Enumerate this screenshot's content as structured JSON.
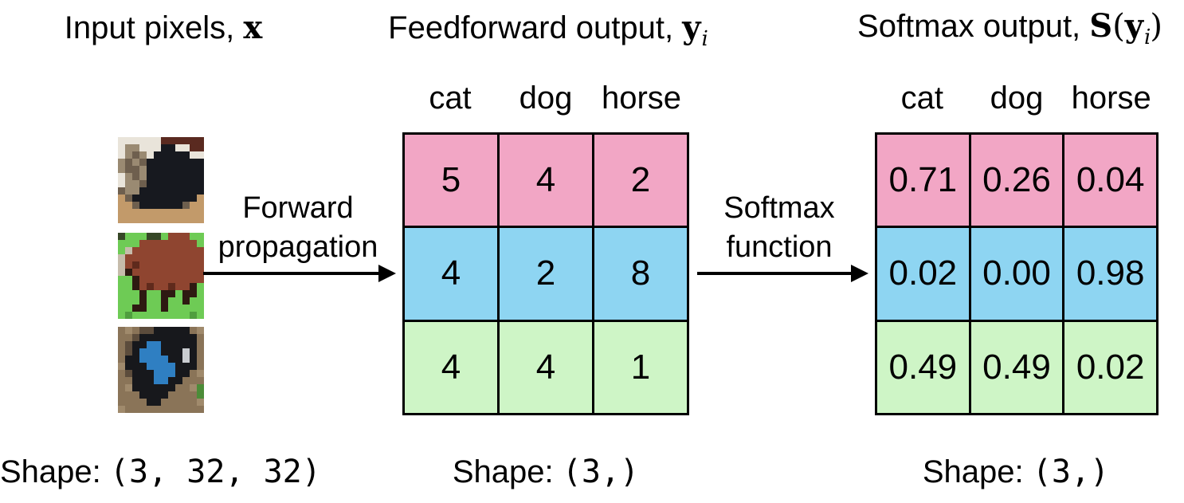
{
  "colors": {
    "row_colors": [
      "#f2a6c5",
      "#8ed5f2",
      "#cef5c6"
    ],
    "grid_line": "#000000"
  },
  "input_panel": {
    "title_prefix": "Input pixels,",
    "title_math": "x",
    "shape_prefix": "Shape:",
    "shape_value": "(3, 32, 32)",
    "images": [
      {
        "name": "cat-thumbnail",
        "label": "cat",
        "palette": {
          "W": "#e9e4da",
          "G": "#9a8a72",
          "T": "#6e5f4e",
          "B": "#17191f",
          "M": "#5a2a20",
          "F": "#c29a6a"
        },
        "grid": [
          "WWWWWWMMMMMM",
          "WGGWWWBBWWMM",
          "WGTGWBBBBBWW",
          "GTGTBBBBBBBB",
          "GTTGBBBBBBBB",
          "WGTGBBBBBBBB",
          "WGGTBBBBBBBB",
          "TGGBBBBBBBBB",
          "FTBBBBBBBBBF",
          "FFTBBBBBBTFF",
          "FFFFFFFFFFFF",
          "FFFFFFFFFFFF"
        ]
      },
      {
        "name": "horse-thumbnail",
        "label": "horse",
        "palette": {
          "G": "#6ecb55",
          "g": "#4f9e3e",
          "B": "#8f4530",
          "b": "#5f2a1c",
          "K": "#2e1a12",
          "W": "#c6bcab",
          "D": "#364726"
        },
        "grid": [
          "DGGGDDGBBBGG",
          "GGGBBBBBBBBG",
          "GWBBBBBBBBBB",
          "WBBBBBBBBBBB",
          "WBbBBBBBBBBB",
          "WKBBBBBBBBBB",
          "GGKBBBBBBBBB",
          "GGKBbBBbBBKG",
          "GGGKGGKKGKKG",
          "GGGKGGKGGKGG",
          "GGKKGGKGGGGG",
          "GgGGGGGGGGgG"
        ]
      },
      {
        "name": "dog-thumbnail",
        "label": "dog",
        "palette": {
          "E": "#8a7458",
          "D": "#5c4c3c",
          "e": "#a08a6c",
          "B": "#17181c",
          "U": "#2f7fc2",
          "W": "#c9ccd0",
          "G": "#4c8c38"
        },
        "grid": [
          "EeEDDBBBBBEe",
          "EEDBBBBBBBBE",
          "EDBBUUBBBBBE",
          "EDBUUUBBBWBE",
          "EBBUUUUBBWBE",
          "eBBBUUUUBBBE",
          "EDBBBUUUBBEe",
          "EEBBBUUBBEEE",
          "EeBBBBBBEEeG",
          "EEEBBBBEEEEG",
          "EEEEBBEEEEEe",
          "eEEEEEEEEEEE"
        ]
      }
    ]
  },
  "forward_arrow": {
    "line1": "Forward",
    "line2": "propagation"
  },
  "feedforward_panel": {
    "title_prefix": "Feedforward output,",
    "title_math": "y",
    "title_subscript": "i",
    "column_headers": [
      "cat",
      "dog",
      "horse"
    ],
    "matrix": [
      [
        "5",
        "4",
        "2"
      ],
      [
        "4",
        "2",
        "8"
      ],
      [
        "4",
        "4",
        "1"
      ]
    ],
    "shape_prefix": "Shape:",
    "shape_value": "(3,)"
  },
  "softmax_arrow": {
    "line1": "Softmax",
    "line2": "function"
  },
  "softmax_panel": {
    "title_prefix": "Softmax output,",
    "title_math_function": "S",
    "title_paren_open": "(",
    "title_math": "y",
    "title_subscript": "i",
    "title_paren_close": ")",
    "column_headers": [
      "cat",
      "dog",
      "horse"
    ],
    "matrix": [
      [
        "0.71",
        "0.26",
        "0.04"
      ],
      [
        "0.02",
        "0.00",
        "0.98"
      ],
      [
        "0.49",
        "0.49",
        "0.02"
      ]
    ],
    "shape_prefix": "Shape:",
    "shape_value": "(3,)"
  }
}
